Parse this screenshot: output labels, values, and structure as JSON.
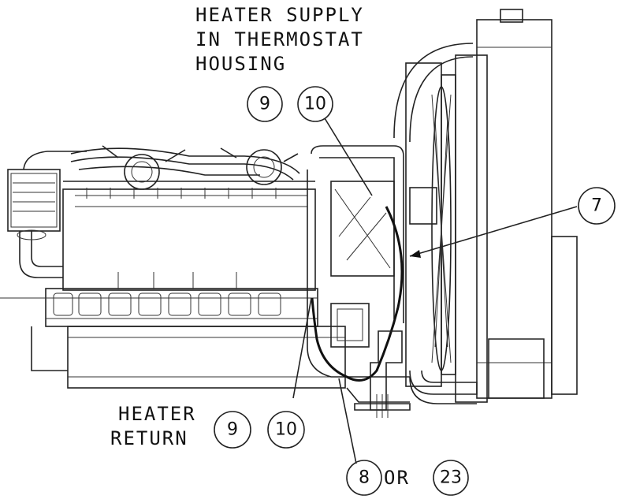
{
  "labels": {
    "supply_line1": "HEATER SUPPLY",
    "supply_line2": "IN THERMOSTAT",
    "supply_line3": "HOUSING",
    "return_line1": "HEATER",
    "return_line2": "RETURN",
    "or_text": "OR"
  },
  "callouts": {
    "supply_a": "9",
    "supply_b": "10",
    "item_7": "7",
    "return_a": "9",
    "return_b": "10",
    "item_8": "8",
    "item_23": "23"
  }
}
